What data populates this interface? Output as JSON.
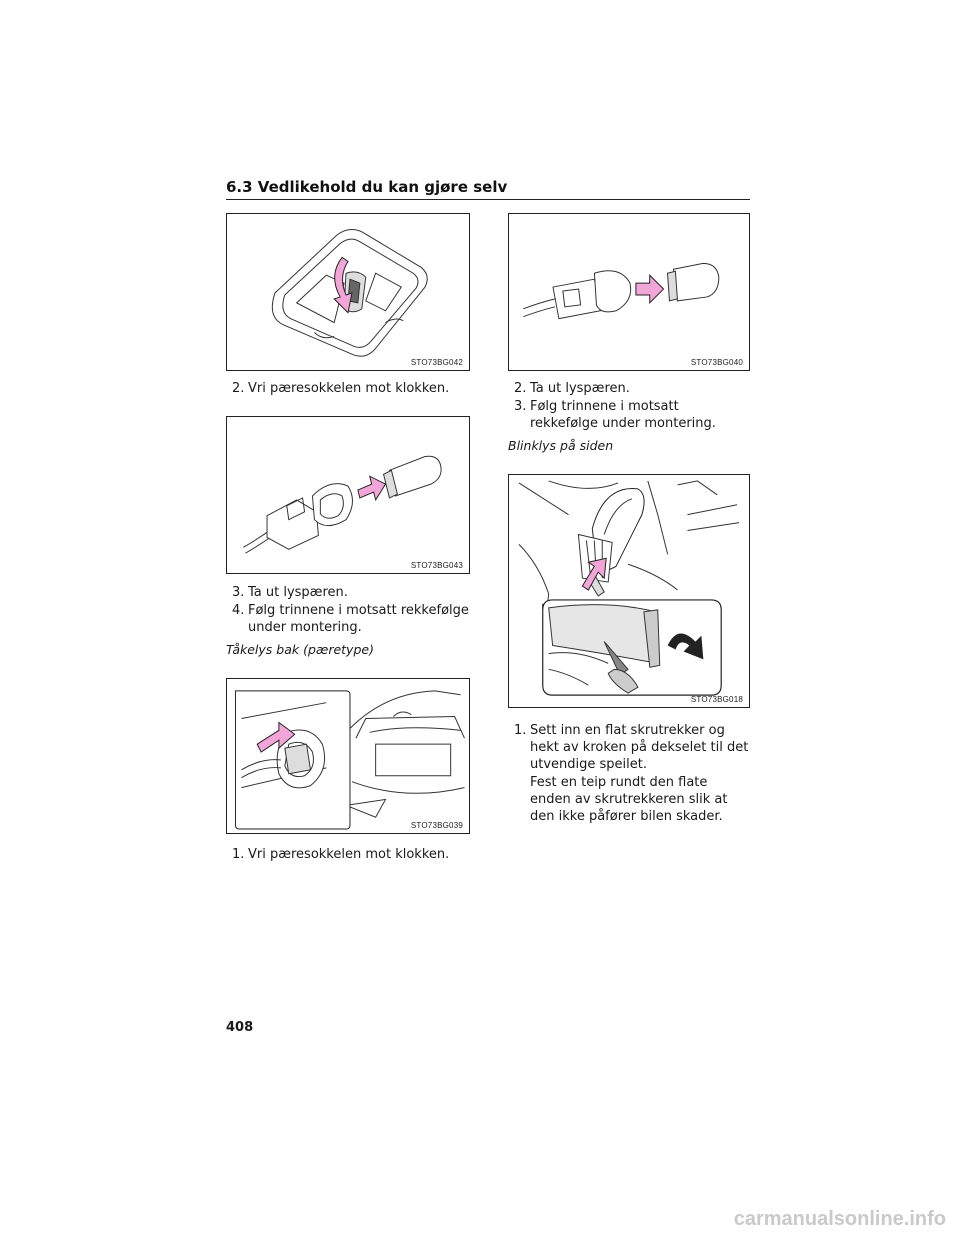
{
  "header": {
    "title": "6.3 Vedlikehold du kan gjøre selv"
  },
  "left_column": {
    "fig1": {
      "code": "STO73BG042"
    },
    "step1": {
      "num": "2.",
      "text": "Vri pæresokkelen mot klokken."
    },
    "fig2": {
      "code": "STO73BG043"
    },
    "step2": {
      "num": "3.",
      "text": "Ta ut lyspæren."
    },
    "step3": {
      "num": "4.",
      "text": "Følg trinnene i motsatt rekkefølge under montering."
    },
    "subheading": "Tåkelys bak (pæretype)",
    "fig3": {
      "code": "STO73BG039"
    },
    "step4": {
      "num": "1.",
      "text": "Vri pæresokkelen mot klokken."
    }
  },
  "right_column": {
    "fig1": {
      "code": "STO73BG040"
    },
    "step1": {
      "num": "2.",
      "text": "Ta ut lyspæren."
    },
    "step2": {
      "num": "3.",
      "text": "Følg trinnene i motsatt rekkefølge under montering."
    },
    "subheading": "Blinklys på siden",
    "fig2": {
      "code": "STO73BG018"
    },
    "step3": {
      "num": "1.",
      "text": "Sett inn en flat skrutrekker og hekt av kroken på dekselet til det utvendige speilet."
    },
    "note": "Fest en teip rundt den flate enden av skrutrekkeren slik at den ikke påfører bilen skader."
  },
  "footer": {
    "page_number": "408",
    "watermark": "carmanualsonline.info"
  },
  "colors": {
    "arrow_fill": "#f2a6d8",
    "arrow_stroke": "#222222",
    "line": "#333333"
  }
}
